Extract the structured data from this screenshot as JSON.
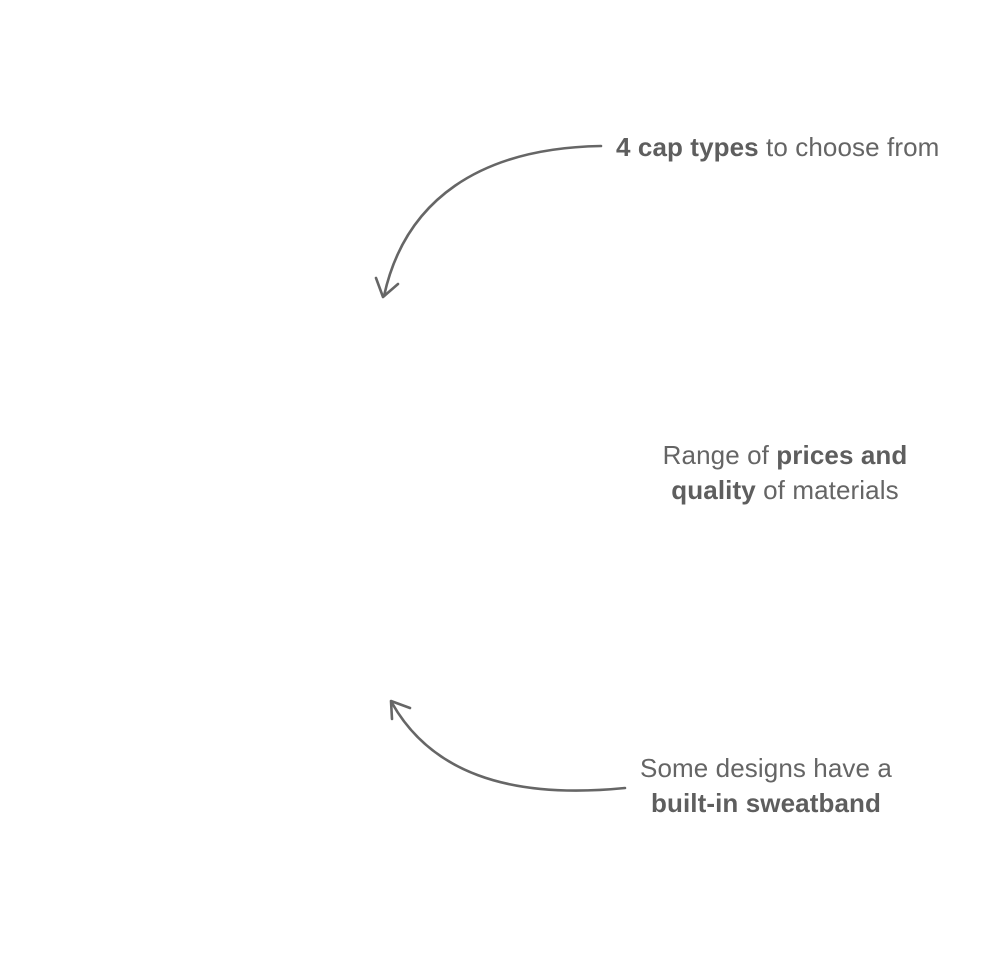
{
  "callouts": {
    "top": {
      "bold": "4 cap types",
      "rest": " to choose from"
    },
    "middle": {
      "line1_plain": "Range of ",
      "line1_bold": "prices and",
      "line2_bold": "quality",
      "line2_plain": " of materials"
    },
    "bottom": {
      "line1_plain": "Some designs have a",
      "line2_bold": "built-in sweatband"
    }
  },
  "arrows": {
    "top": "arrow-pointing-down-left",
    "bottom": "arrow-pointing-up-left"
  },
  "colors": {
    "text": "#656565",
    "arrow": "#666666",
    "background": "#ffffff"
  }
}
